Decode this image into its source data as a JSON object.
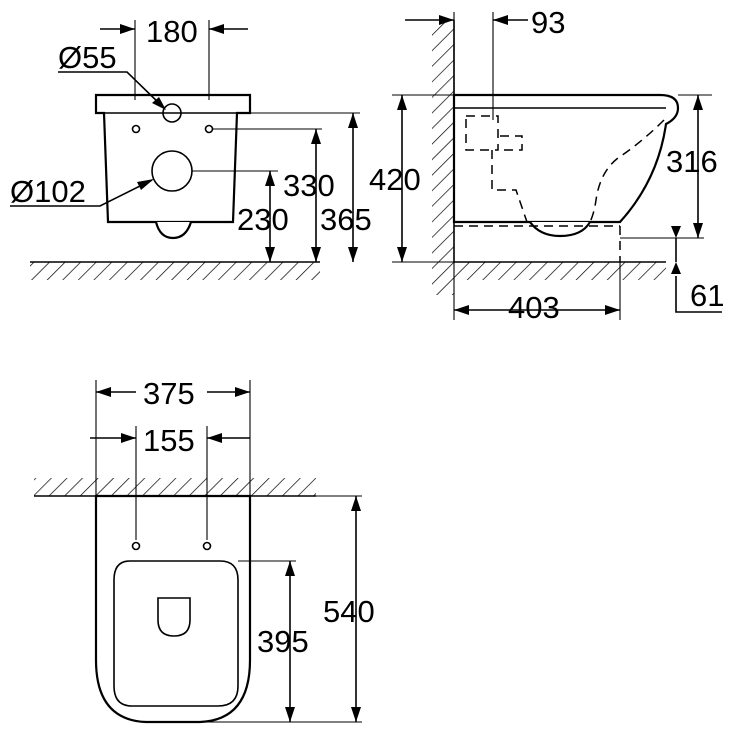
{
  "views": {
    "front": {
      "dims": {
        "width_180": "180",
        "dia_55": "Ø55",
        "dia_102": "Ø102",
        "h_330": "330",
        "h_230": "230",
        "h_365": "365"
      }
    },
    "side": {
      "dims": {
        "w_93": "93",
        "h_420": "420",
        "h_316": "316",
        "w_403": "403",
        "h_61": "61"
      }
    },
    "top": {
      "dims": {
        "w_375": "375",
        "w_155": "155",
        "l_540": "540",
        "l_395": "395"
      }
    }
  }
}
